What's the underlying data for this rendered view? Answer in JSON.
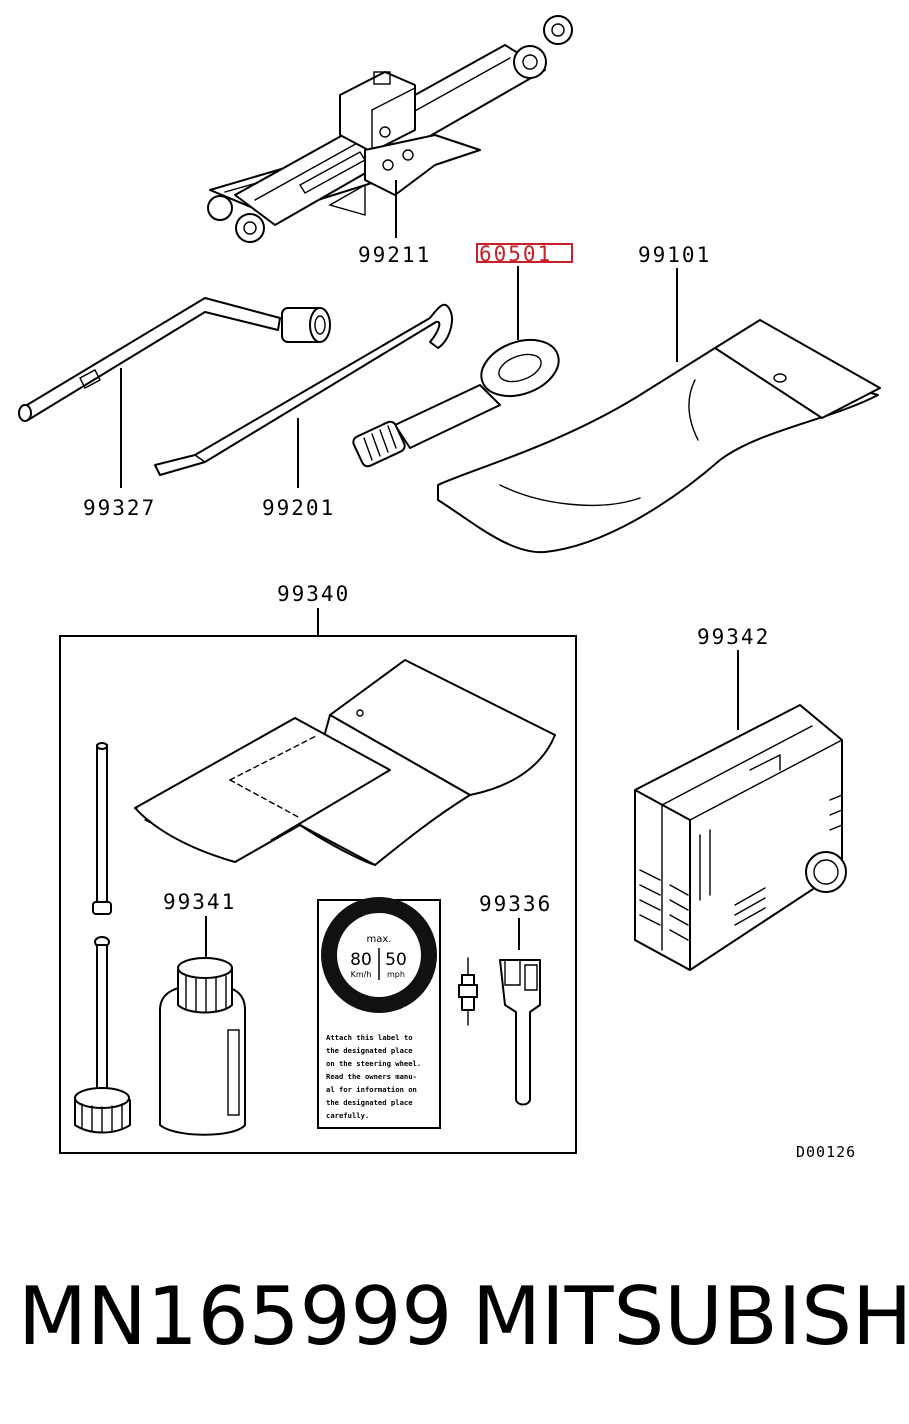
{
  "parts": {
    "jack": "99211",
    "towing_hook": "60501",
    "tool_bag": "99101",
    "wheel_wrench": "99327",
    "jack_handle": "99201",
    "repair_kit": "99340",
    "sealant": "99341",
    "compressor": "99342",
    "valve_tool": "99336"
  },
  "label_sticker": {
    "max": "max.",
    "kmh_value": "80",
    "kmh_unit": "Km/h",
    "mph_value": "50",
    "mph_unit": "mph",
    "lines": [
      "Attach this label to",
      "the designated place",
      "on the steering wheel.",
      "Read the owners manu-",
      "al for information on",
      "the designated place",
      "carefully."
    ]
  },
  "diagram_code": "D00126",
  "footer": {
    "part_number": "MN165999",
    "brand": "MITSUBISHI"
  },
  "colors": {
    "highlight": "#c8202a",
    "ink": "#000000"
  }
}
